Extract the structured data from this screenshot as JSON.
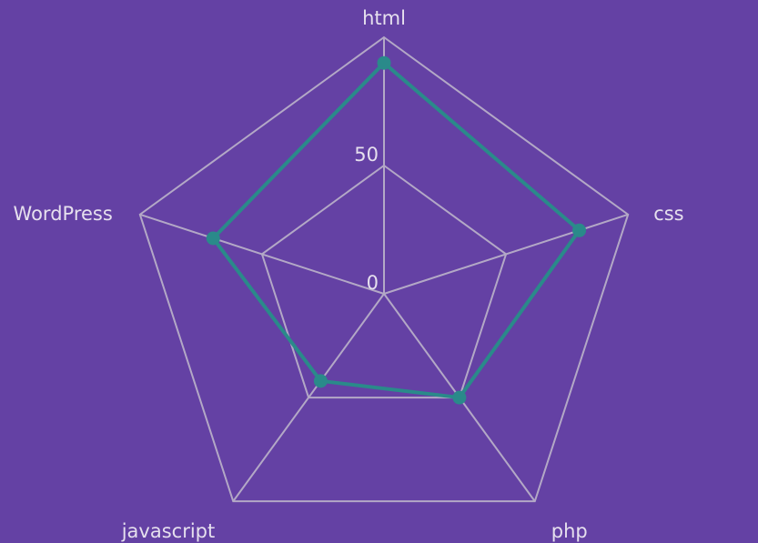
{
  "chart_data": {
    "type": "radar",
    "categories": [
      "html",
      "css",
      "php",
      "javascript",
      "WordPress"
    ],
    "series": [
      {
        "values": [
          90,
          80,
          50,
          42,
          70
        ]
      }
    ],
    "rlim": [
      0,
      100
    ],
    "ticks": [
      {
        "value": 0,
        "label": "0"
      },
      {
        "value": 50,
        "label": "50"
      }
    ],
    "grid_levels": [
      50,
      100
    ],
    "grid": true,
    "colors": {
      "background": "#6441a4",
      "grid": "#b3a8c6",
      "series": "#2a8a8a",
      "text": "#e6e0ee"
    }
  }
}
